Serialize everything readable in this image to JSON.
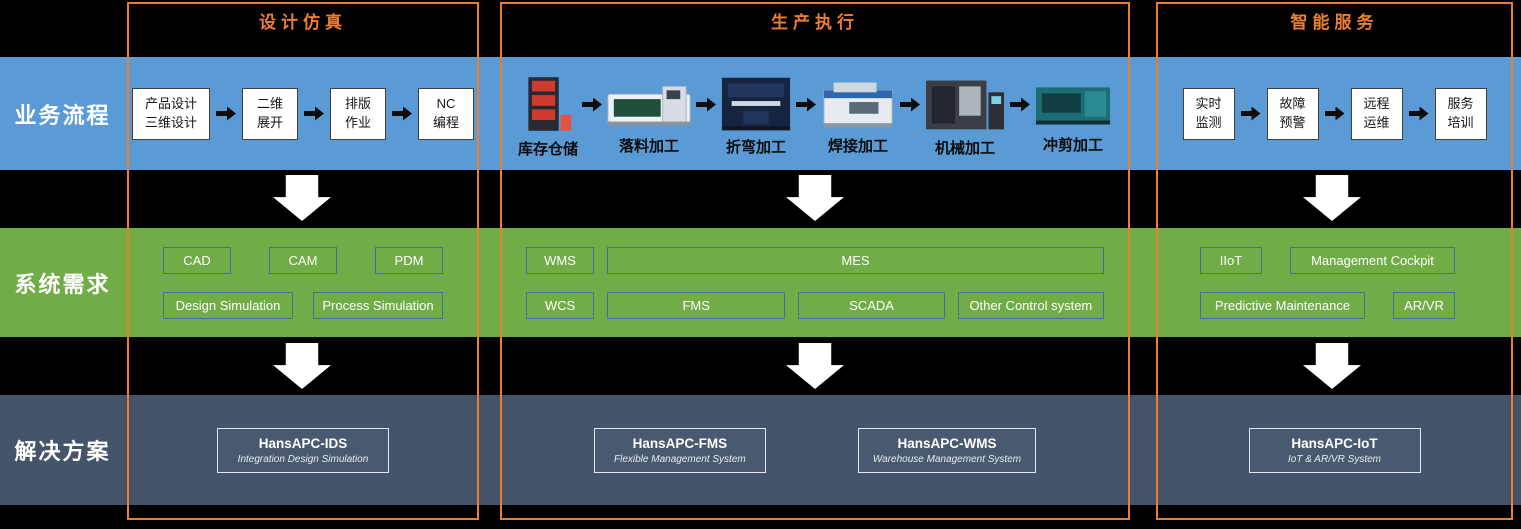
{
  "rows": {
    "process": {
      "label": "业务流程"
    },
    "systems": {
      "label": "系统需求"
    },
    "solutions": {
      "label": "解决方案"
    }
  },
  "columns": [
    {
      "title": "设计仿真",
      "process_steps": [
        "产品设计\n三维设计",
        "二维\n展开",
        "排版\n作业",
        "NC\n编程"
      ],
      "systems_row1": [
        "CAD",
        "CAM",
        "PDM"
      ],
      "systems_row2": [
        "Design Simulation",
        "Process Simulation"
      ],
      "solutions": [
        {
          "name": "HansAPC-IDS",
          "desc": "Integration Design Simulation"
        }
      ]
    },
    {
      "title": "生产执行",
      "machines": [
        {
          "label": "库存仓储",
          "icon": "storage-rack"
        },
        {
          "label": "落料加工",
          "icon": "laser-cutting-machine"
        },
        {
          "label": "折弯加工",
          "icon": "press-brake-machine"
        },
        {
          "label": "焊接加工",
          "icon": "welding-machine"
        },
        {
          "label": "机械加工",
          "icon": "cnc-machining-center"
        },
        {
          "label": "冲剪加工",
          "icon": "punch-shear-machine"
        }
      ],
      "systems_row1": [
        "WMS",
        "MES"
      ],
      "systems_row2": [
        "WCS",
        "FMS",
        "SCADA",
        "Other Control system"
      ],
      "solutions": [
        {
          "name": "HansAPC-FMS",
          "desc": "Flexible Management System"
        },
        {
          "name": "HansAPC-WMS",
          "desc": "Warehouse Management System"
        }
      ]
    },
    {
      "title": "智能服务",
      "process_steps": [
        "实时\n监测",
        "故障\n预警",
        "远程\n运维",
        "服务\n培训"
      ],
      "systems_row1": [
        "IIoT",
        "Management Cockpit"
      ],
      "systems_row2": [
        "Predictive Maintenance",
        "AR/VR"
      ],
      "solutions": [
        {
          "name": "HansAPC-IoT",
          "desc": "IoT & AR/VR System"
        }
      ]
    }
  ],
  "colors": {
    "band_process": "#5B9BD5",
    "band_systems": "#70AD47",
    "band_solutions": "#44546A",
    "frame_orange": "#ED7D31",
    "background": "#000000"
  }
}
